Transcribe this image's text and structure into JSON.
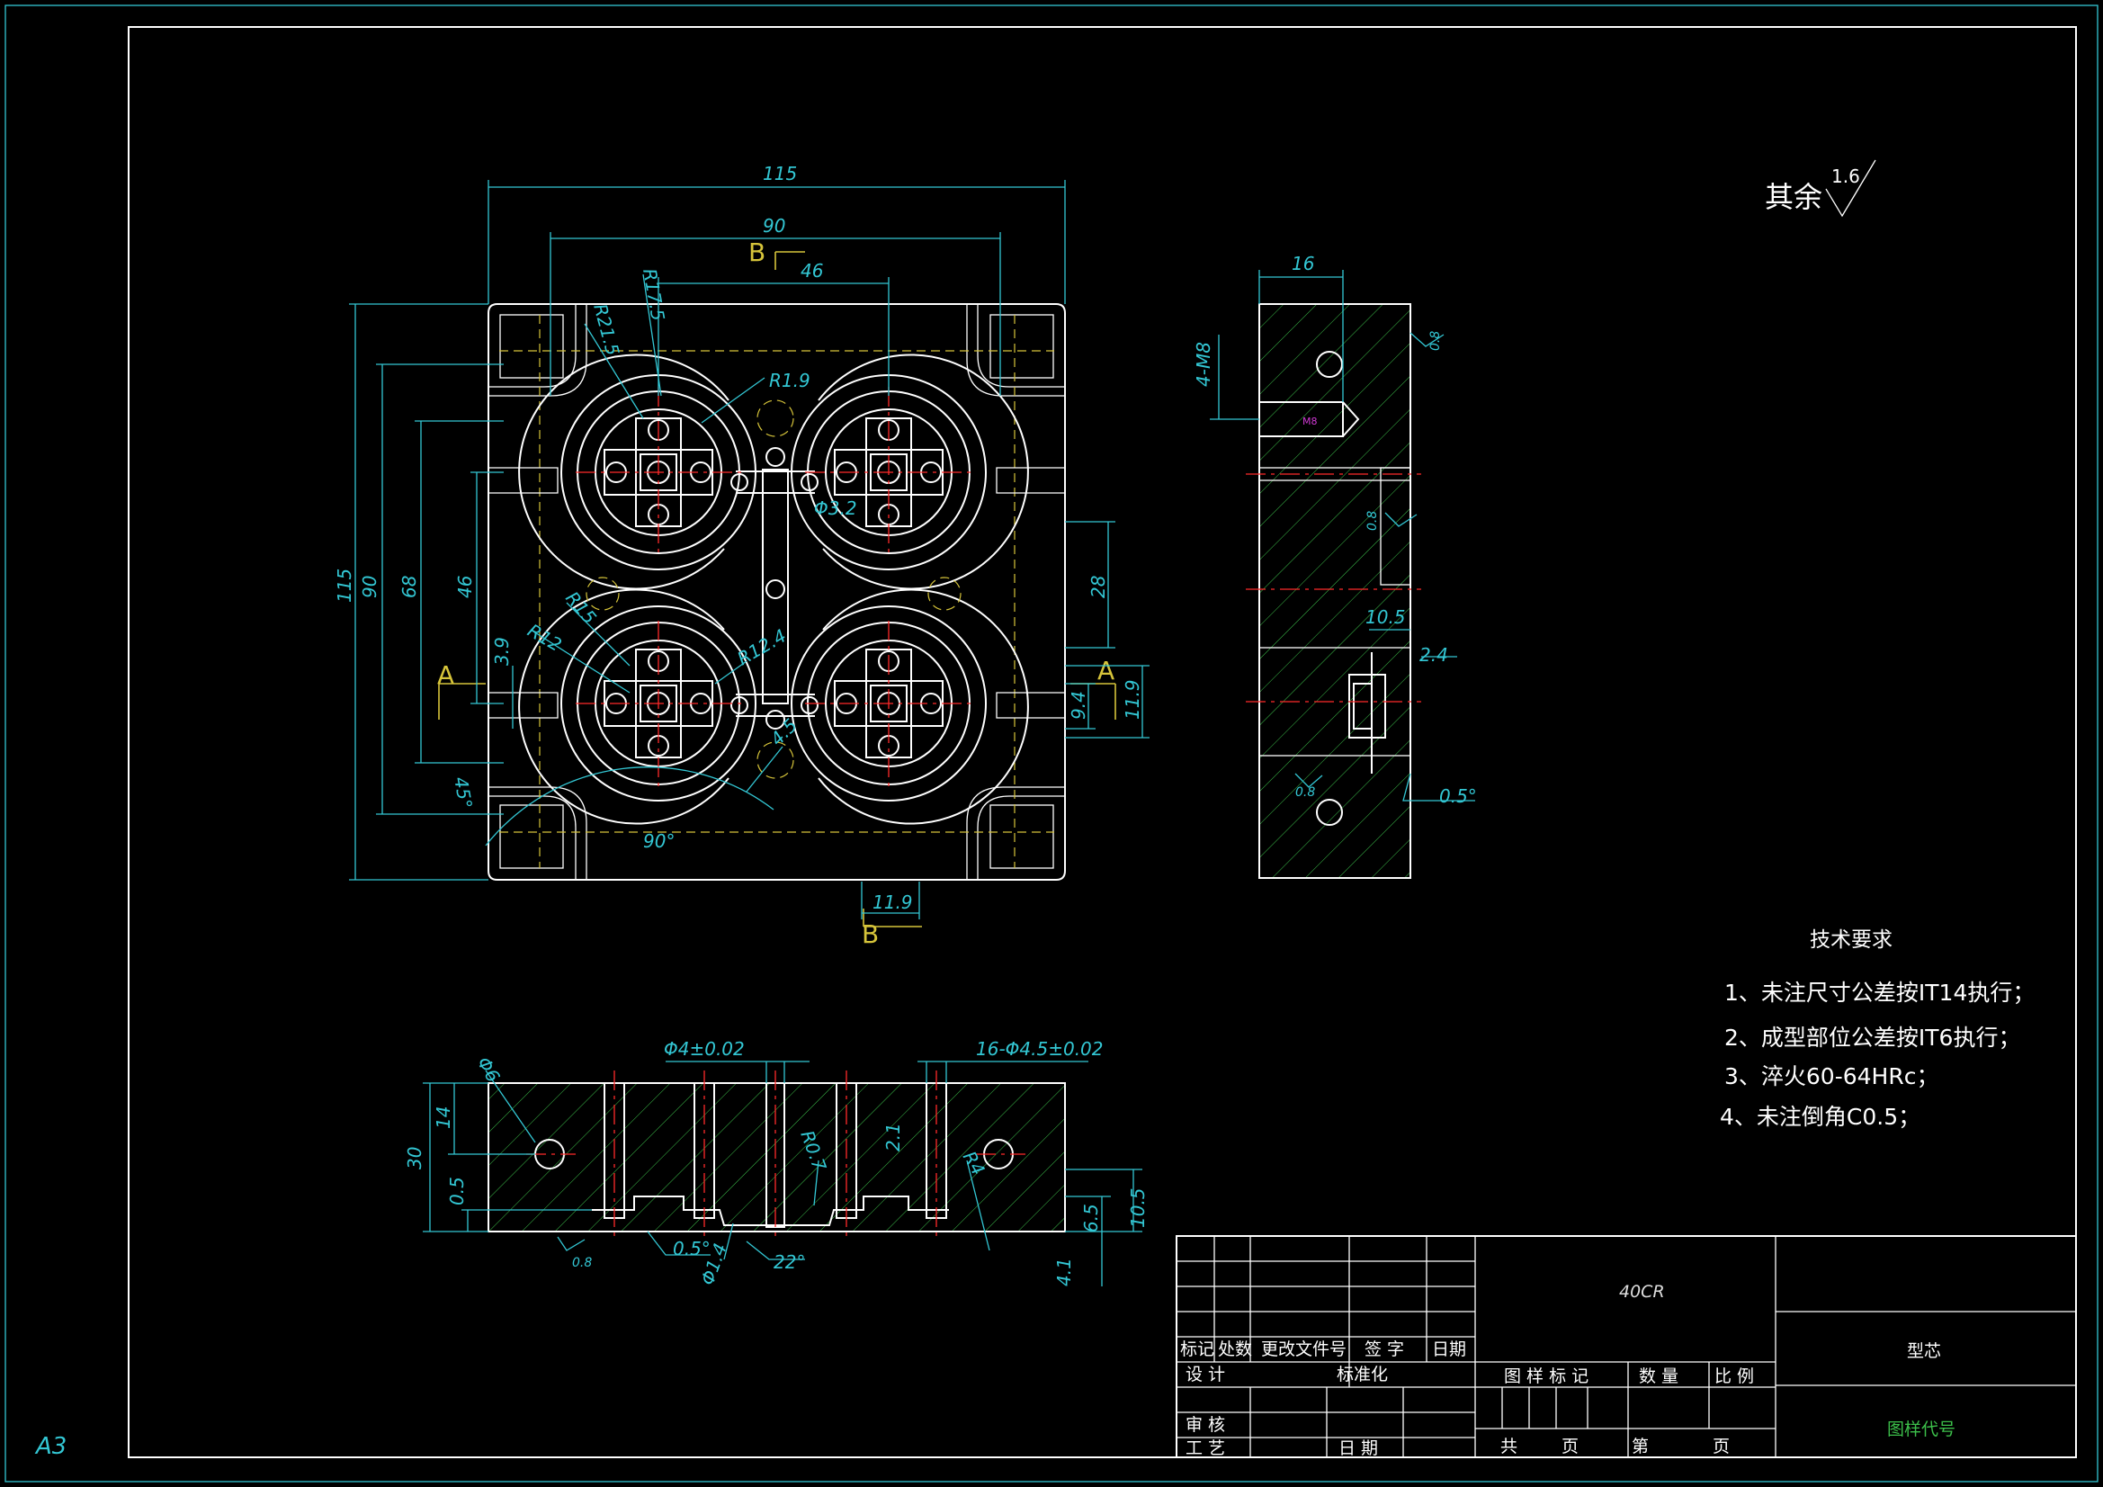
{
  "sheet": {
    "size_label": "A3"
  },
  "surface_note": {
    "text": "其余",
    "roughness": "1.6"
  },
  "section_labels": {
    "a_left": "A",
    "a_right": "A",
    "b_top": "B",
    "b_bottom": "B"
  },
  "top_view_dims": [
    "115",
    "90",
    "46",
    "R21.5",
    "R17.5",
    "R1.9",
    "Φ3.2",
    "R15",
    "R12",
    "R12.4",
    "4.5",
    "45°",
    "90°",
    "115",
    "90",
    "68",
    "46",
    "3.9",
    "28",
    "9.4",
    "11.9",
    "11.9"
  ],
  "side_view_dims": [
    "16",
    "4-M8",
    "0.8",
    "0.8",
    "10.5",
    "2.4",
    "0.8",
    "0.5°"
  ],
  "front_view_dims": [
    "Φ4±0.02",
    "16-Φ4.5±0.02",
    "Φ6",
    "14",
    "30",
    "0.5",
    "R0.7",
    "2.1",
    "R4",
    "6.5",
    "10.5",
    "0.8",
    "0.5°",
    "Φ1.4",
    "22°",
    "4.1"
  ],
  "thread_marker": "M8",
  "tech_req": {
    "title": "技术要求",
    "items": [
      "1、未注尺寸公差按IT14执行；",
      "2、成型部位公差按IT6执行；",
      "3、淬火60-64HRc；",
      "4、未注倒角C0.5；"
    ]
  },
  "title_block": {
    "material": "40CR",
    "part_name": "型芯",
    "drawing_code": "图样代号",
    "row_labels": [
      "标记",
      "处数",
      "更改文件号",
      "签 字",
      "日期"
    ],
    "design": "设 计",
    "standardize": "标准化",
    "check": "审 核",
    "process": "工 艺",
    "date": "日 期",
    "drawing_mark": "图 样 标 记",
    "quantity": "数 量",
    "scale": "比 例",
    "total": "共",
    "sheet": "页",
    "page_no": "第",
    "page": "页"
  }
}
